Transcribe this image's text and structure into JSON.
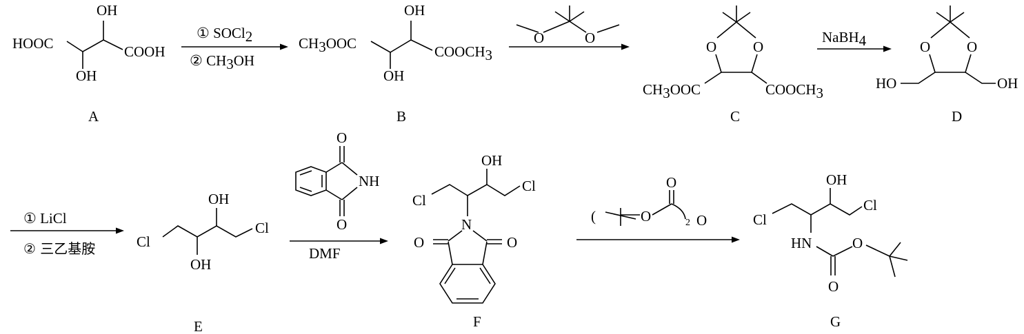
{
  "compounds": {
    "A": {
      "label": "A",
      "left_group": "HOOC",
      "right_group": "COOH",
      "oh_top": "OH",
      "oh_bottom": "OH"
    },
    "B": {
      "label": "B",
      "left_group_main": "CH",
      "left_group_sub": "3",
      "left_group_tail": "OOC",
      "right_group_main": "COOCH",
      "right_group_sub": "3",
      "oh_top": "OH",
      "oh_bottom": "OH"
    },
    "C": {
      "label": "C",
      "ring_o_left": "O",
      "ring_o_right": "O",
      "left_group_main": "CH",
      "left_group_sub": "3",
      "left_group_tail": "OOC",
      "right_group_main": "COOCH",
      "right_group_sub": "3"
    },
    "D": {
      "label": "D",
      "ring_o_left": "O",
      "ring_o_right": "O",
      "left_oh": "HO",
      "right_oh": "OH"
    },
    "E": {
      "label": "E",
      "cl_left": "Cl",
      "cl_right": "Cl",
      "oh_top": "OH",
      "oh_bottom": "OH"
    },
    "F": {
      "label": "F",
      "cl_left": "Cl",
      "cl_right": "Cl",
      "oh_top": "OH",
      "n_atom": "N",
      "o_left": "O",
      "o_right": "O"
    },
    "G": {
      "label": "G",
      "cl_left": "Cl",
      "cl_right": "Cl",
      "oh_top": "OH",
      "nh": "HN",
      "o_ester": "O",
      "o_carbonyl": "O"
    }
  },
  "reagents": {
    "step1": {
      "line1_main": "① SOCl",
      "line1_sub": "2",
      "line2_pre": "② CH",
      "line2_sub": "3",
      "line2_post": "OH"
    },
    "step2": {
      "o_left": "O",
      "o_right": "O"
    },
    "step3": {
      "main": "NaBH",
      "sub": "4"
    },
    "step4": {
      "line1": "① LiCl",
      "line2": "② 三乙基胺"
    },
    "step5": {
      "nh": "NH",
      "o_top": "O",
      "o_bottom": "O",
      "solvent": "DMF"
    },
    "step6": {
      "paren_open": "(",
      "o_ether": "O",
      "o_carbonyl": "O",
      "subscript": "2",
      "o_anhydride": "O"
    }
  }
}
